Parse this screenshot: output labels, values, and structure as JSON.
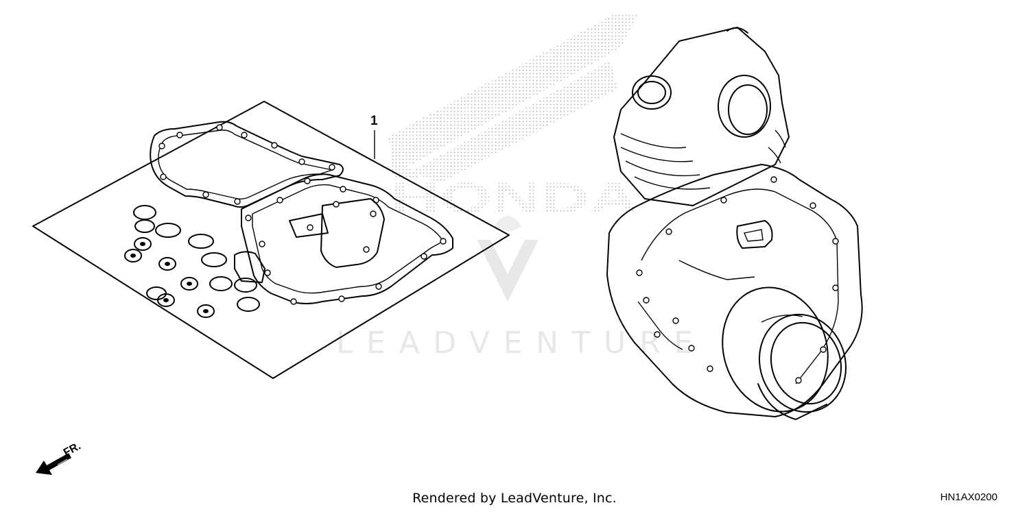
{
  "callouts": [
    {
      "number": "1"
    }
  ],
  "watermark": {
    "brand_text": "HONDA",
    "vendor_text": "LEADVENTURE",
    "color": "#c8c8c8"
  },
  "direction_indicator": {
    "label": "FR."
  },
  "footer": {
    "rendered_by": "Rendered by LeadVenture, Inc.",
    "diagram_code": "HN1AX0200"
  }
}
